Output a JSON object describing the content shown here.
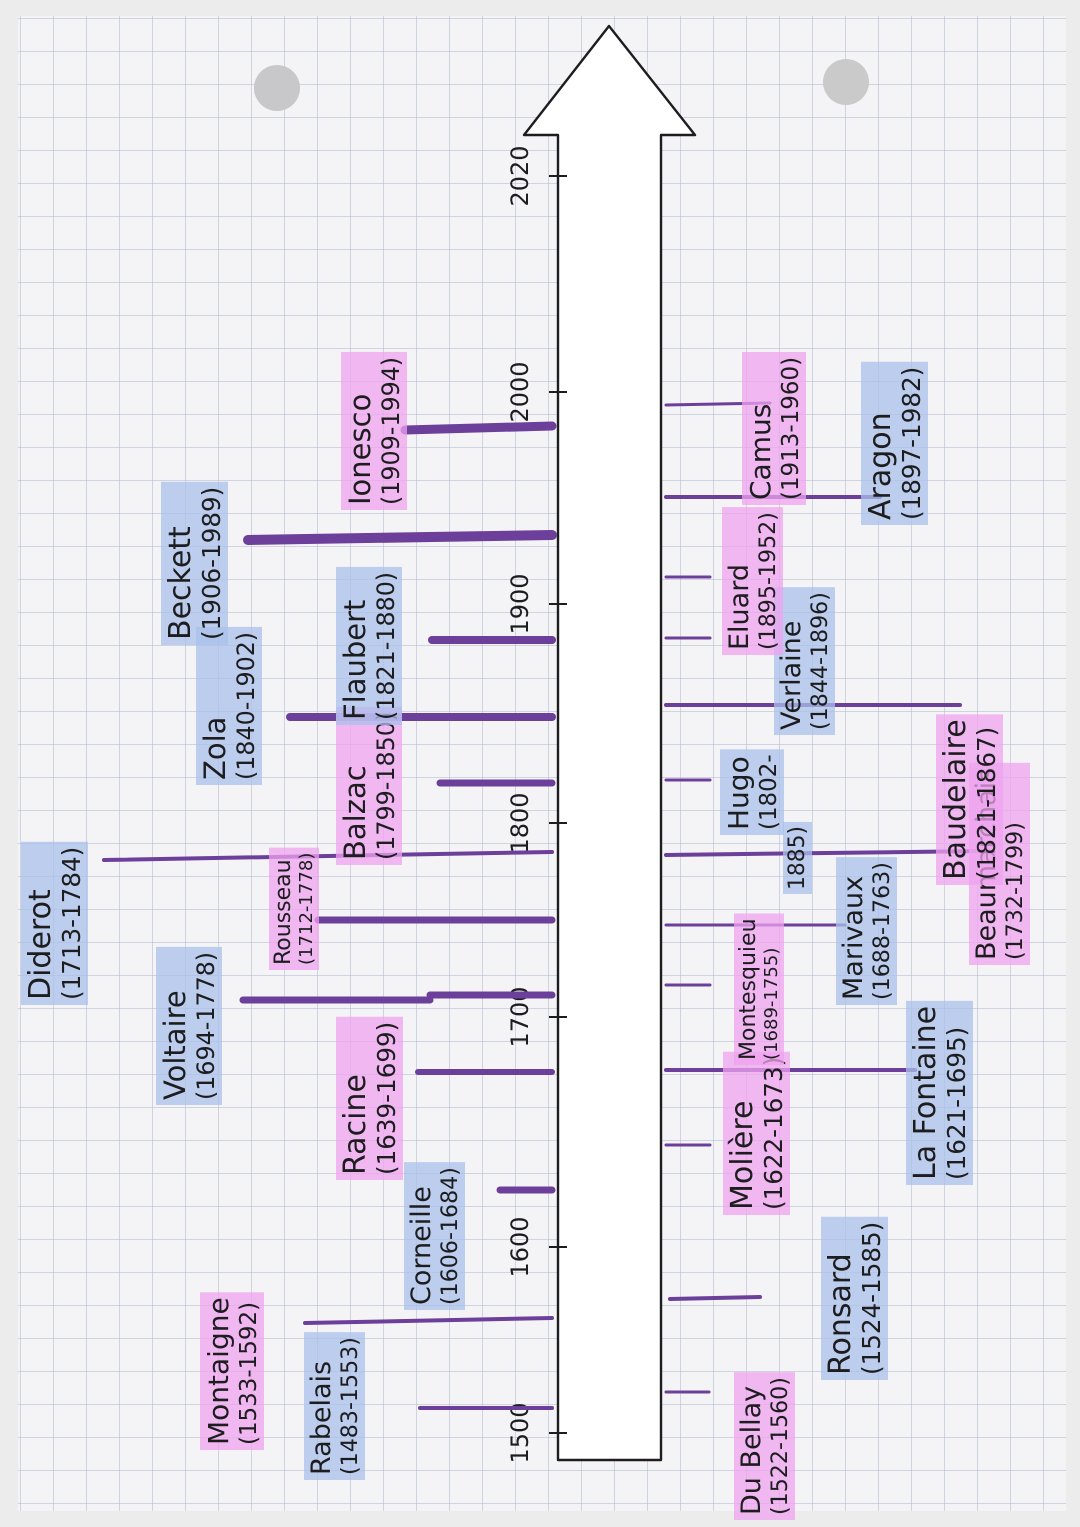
{
  "timeline": {
    "axis_labels": [
      "1500",
      "1600",
      "1700",
      "1800",
      "1900",
      "2000",
      "2020"
    ],
    "top_authors": [
      {
        "name": "Rabelais",
        "dates": "(1483-1553)",
        "color": "blue"
      },
      {
        "name": "Montaigne",
        "dates": "(1533-1592)",
        "color": "pink"
      },
      {
        "name": "Corneille",
        "dates": "(1606-1684)",
        "color": "blue"
      },
      {
        "name": "Racine",
        "dates": "(1639-1699)",
        "color": "pink"
      },
      {
        "name": "Voltaire",
        "dates": "(1694-1778)",
        "color": "blue"
      },
      {
        "name": "Rousseau",
        "dates": "(1712-1778)",
        "color": "pink"
      },
      {
        "name": "Diderot",
        "dates": "(1713-1784)",
        "color": "blue"
      },
      {
        "name": "Balzac",
        "dates": "(1799-1850)",
        "color": "pink"
      },
      {
        "name": "Zola",
        "dates": "(1840-1902)",
        "color": "blue"
      },
      {
        "name": "Flaubert",
        "dates": "(1821-1880)",
        "color": "blue"
      },
      {
        "name": "Beckett",
        "dates": "(1906-1989)",
        "color": "blue"
      },
      {
        "name": "Ionesco",
        "dates": "(1909-1994)",
        "color": "pink"
      }
    ],
    "bottom_authors": [
      {
        "name": "Du Bellay",
        "dates": "(1522-1560)",
        "color": "pink"
      },
      {
        "name": "Ronsard",
        "dates": "(1524-1585)",
        "color": "blue"
      },
      {
        "name": "Molière",
        "dates": "(1622-1673)",
        "color": "pink"
      },
      {
        "name": "Montesquieu",
        "dates": "(1689-1755)",
        "color": "pink"
      },
      {
        "name": "La Fontaine",
        "dates": "(1621-1695)",
        "color": "blue"
      },
      {
        "name": "Marivaux",
        "dates": "(1688-1763)",
        "color": "blue"
      },
      {
        "name": "Beaumarchais",
        "dates": "(1732-1799)",
        "color": "pink"
      },
      {
        "name": "Hugo",
        "dates": "(1802-",
        "dates2": "1885)",
        "color": "blue"
      },
      {
        "name": "Baudelaire",
        "dates": "(1821-1867)",
        "color": "pink"
      },
      {
        "name": "Verlaine",
        "dates": "(1844-1896)",
        "color": "blue"
      },
      {
        "name": "Eluard",
        "dates": "(1895-1952)",
        "color": "pink"
      },
      {
        "name": "Aragon",
        "dates": "(1897-1982)",
        "color": "blue"
      },
      {
        "name": "Camus",
        "dates": "(1913-1960)",
        "color": "pink"
      }
    ]
  },
  "colors": {
    "paper": "#f4f4f6",
    "grid": "#b9bfd2",
    "ink": "#1d1d1f",
    "purple": "#6c3f9b",
    "highlight_blue": "#a9c0ea",
    "highlight_pink": "#efa3ef"
  }
}
